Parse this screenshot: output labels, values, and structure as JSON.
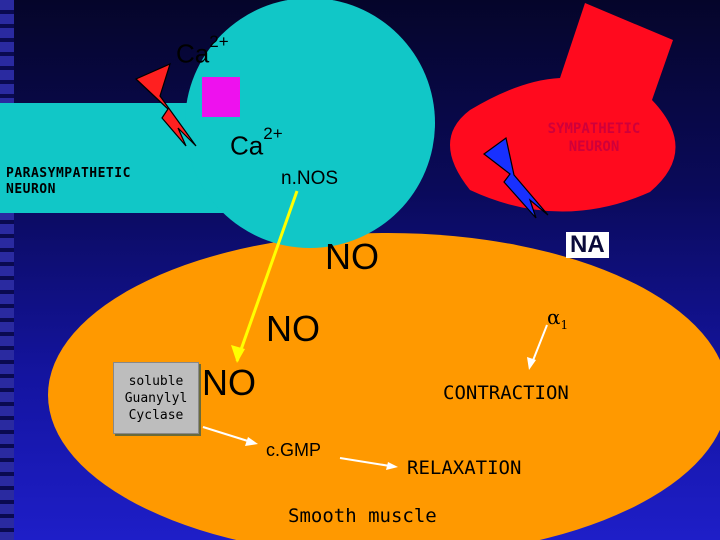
{
  "ca_top": {
    "symbol": "Ca",
    "charge": "2+"
  },
  "ca_inner": {
    "symbol": "Ca",
    "charge": "2+"
  },
  "parasympathetic_label": {
    "line1": "PARASYMPATHETIC",
    "line2": "NEURON"
  },
  "sympathetic_label": {
    "line1": "SYMPATHETIC",
    "line2": "NEURON"
  },
  "nnos_label": "n.NOS",
  "no_top": "NO",
  "no_middle": "NO",
  "no_left": "NO",
  "na_label": "NA",
  "alpha_receptor": {
    "symbol": "α",
    "subscript": "1"
  },
  "guanylyl_cyclase": {
    "line1": "soluble",
    "line2": "Guanylyl",
    "line3": "Cyclase"
  },
  "cgmp_label": "c.GMP",
  "contraction_label": "CONTRACTION",
  "relaxation_label": "RELAXATION",
  "smooth_muscle_label": "Smooth muscle",
  "colors": {
    "parasympathetic_neuron": "#11c7c7",
    "sympathetic_neuron": "#ff0a1e",
    "smooth_muscle": "#ff9900",
    "calcium_channel": "#ee11ee",
    "lightning_parasympathetic": "#ff2020",
    "lightning_sympathetic": "#1830ff",
    "no_arrow": "#ffff00",
    "arrow_white": "#ffffff"
  }
}
